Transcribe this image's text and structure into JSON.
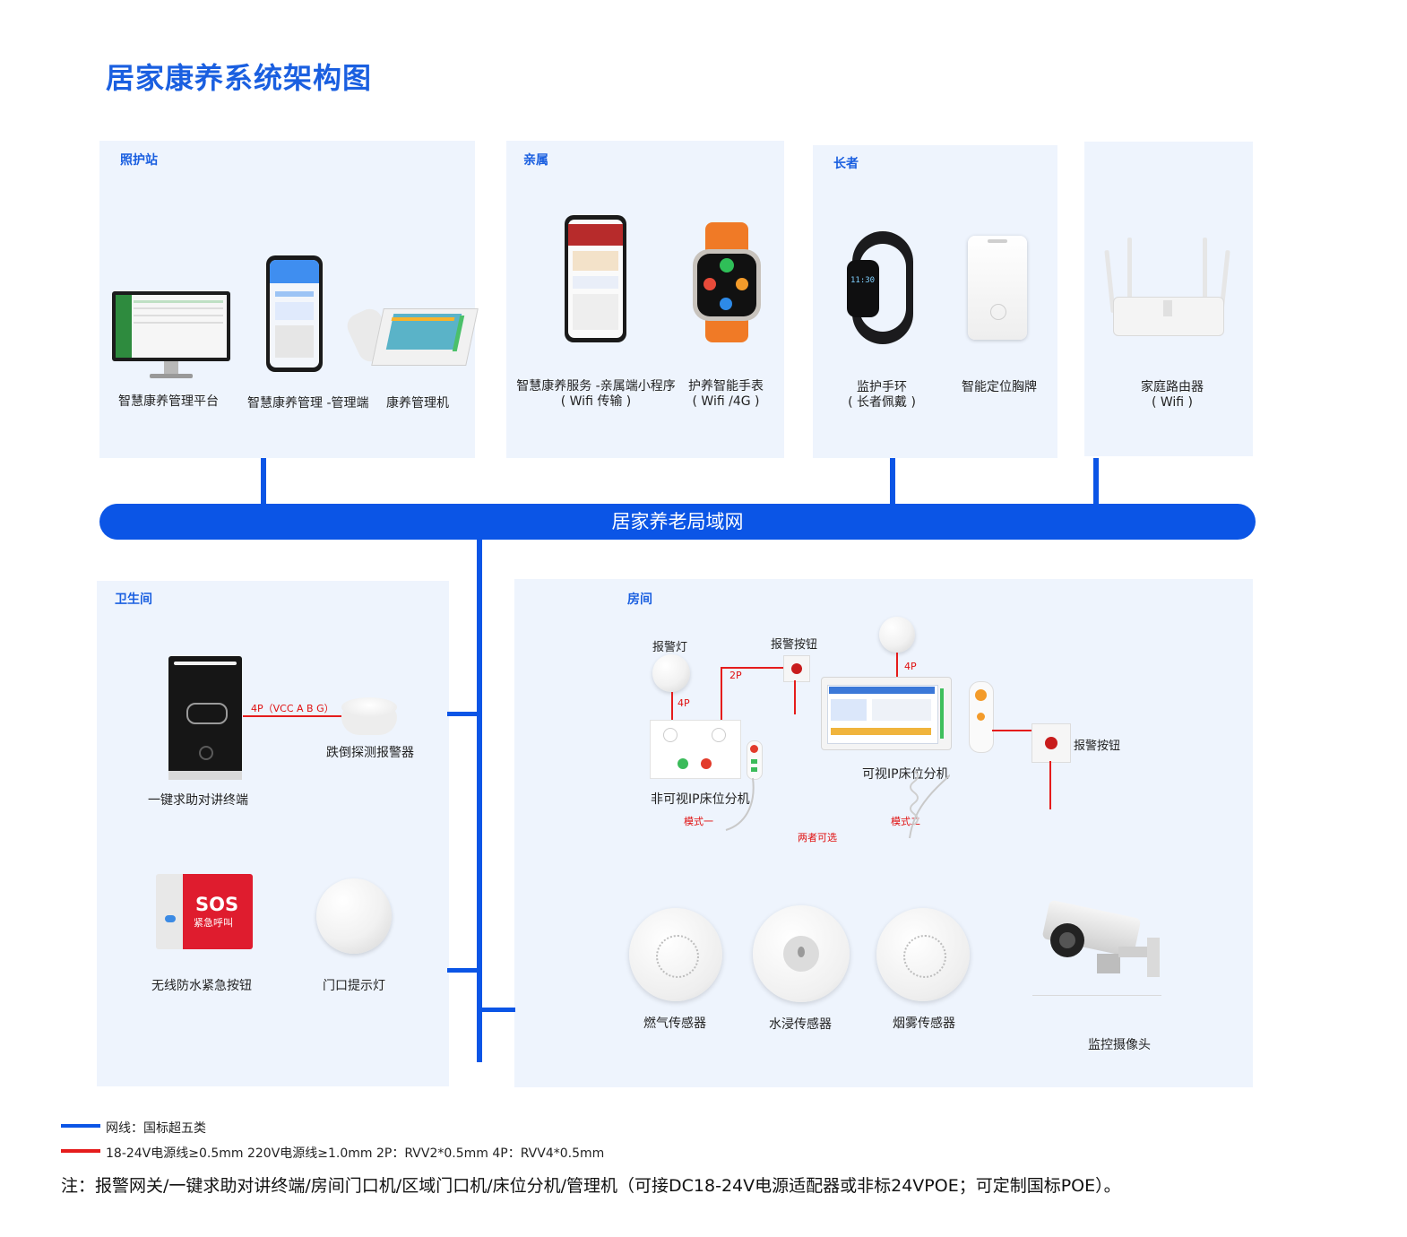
{
  "title": "居家康养系统架构图",
  "network": {
    "bus_label": "居家养老局域网"
  },
  "panels": {
    "station": {
      "label": "照护站",
      "devices": [
        "智慧康养管理平台",
        "智慧康养管理 -管理端",
        "康养管理机"
      ]
    },
    "family": {
      "label": "亲属",
      "devices": [
        {
          "name": "智慧康养服务 -亲属端小程序",
          "sub": "( Wifi 传输 )"
        },
        {
          "name": "护养智能手表",
          "sub": "( Wifi /4G )"
        }
      ]
    },
    "elder": {
      "label": "长者",
      "devices": [
        {
          "name": "监护手环",
          "sub": "( 长者佩戴 )"
        },
        {
          "name": "智能定位胸牌",
          "sub": ""
        }
      ]
    },
    "router": {
      "name": "家庭路由器",
      "sub": "( Wifi )"
    },
    "bathroom": {
      "label": "卫生间",
      "devices": [
        "一键求助对讲终端",
        "跌倒探测报警器",
        "无线防水紧急按钮",
        "门口提示灯"
      ],
      "wire_label": "4P（VCC  A  B  G）",
      "sos_big": "SOS",
      "sos_small": "紧急呼叫"
    },
    "room": {
      "label": "房间",
      "alarm_light": "报警灯",
      "alarm_button": "报警按钮",
      "alarm_button2": "报警按钮",
      "bed_unit_1": "非可视IP床位分机",
      "bed_unit_2": "可视IP床位分机",
      "mode_1": "模式一",
      "mode_2": "模式二",
      "either": "两者可选",
      "wire_4p_a": "4P",
      "wire_2p": "2P",
      "wire_4p_b": "4P",
      "sensors": [
        "燃气传感器",
        "水浸传感器",
        "烟雾传感器"
      ],
      "camera": "监控摄像头"
    }
  },
  "device_screens": {
    "watch_time": "11:30"
  },
  "legend": {
    "blue_text": "网线：国标超五类",
    "red_text": "18-24V电源线≥0.5mm   220V电源线≥1.0mm   2P：RVV2*0.5mm  4P：RVV4*0.5mm",
    "blue_color": "#0b55e6",
    "red_color": "#e51c1c"
  },
  "note": "注：报警网关/一键求助对讲终端/房间门口机/区域门口机/床位分机/管理机（可接DC18-24V电源适配器或非标24VPOE；可定制国标POE）。"
}
